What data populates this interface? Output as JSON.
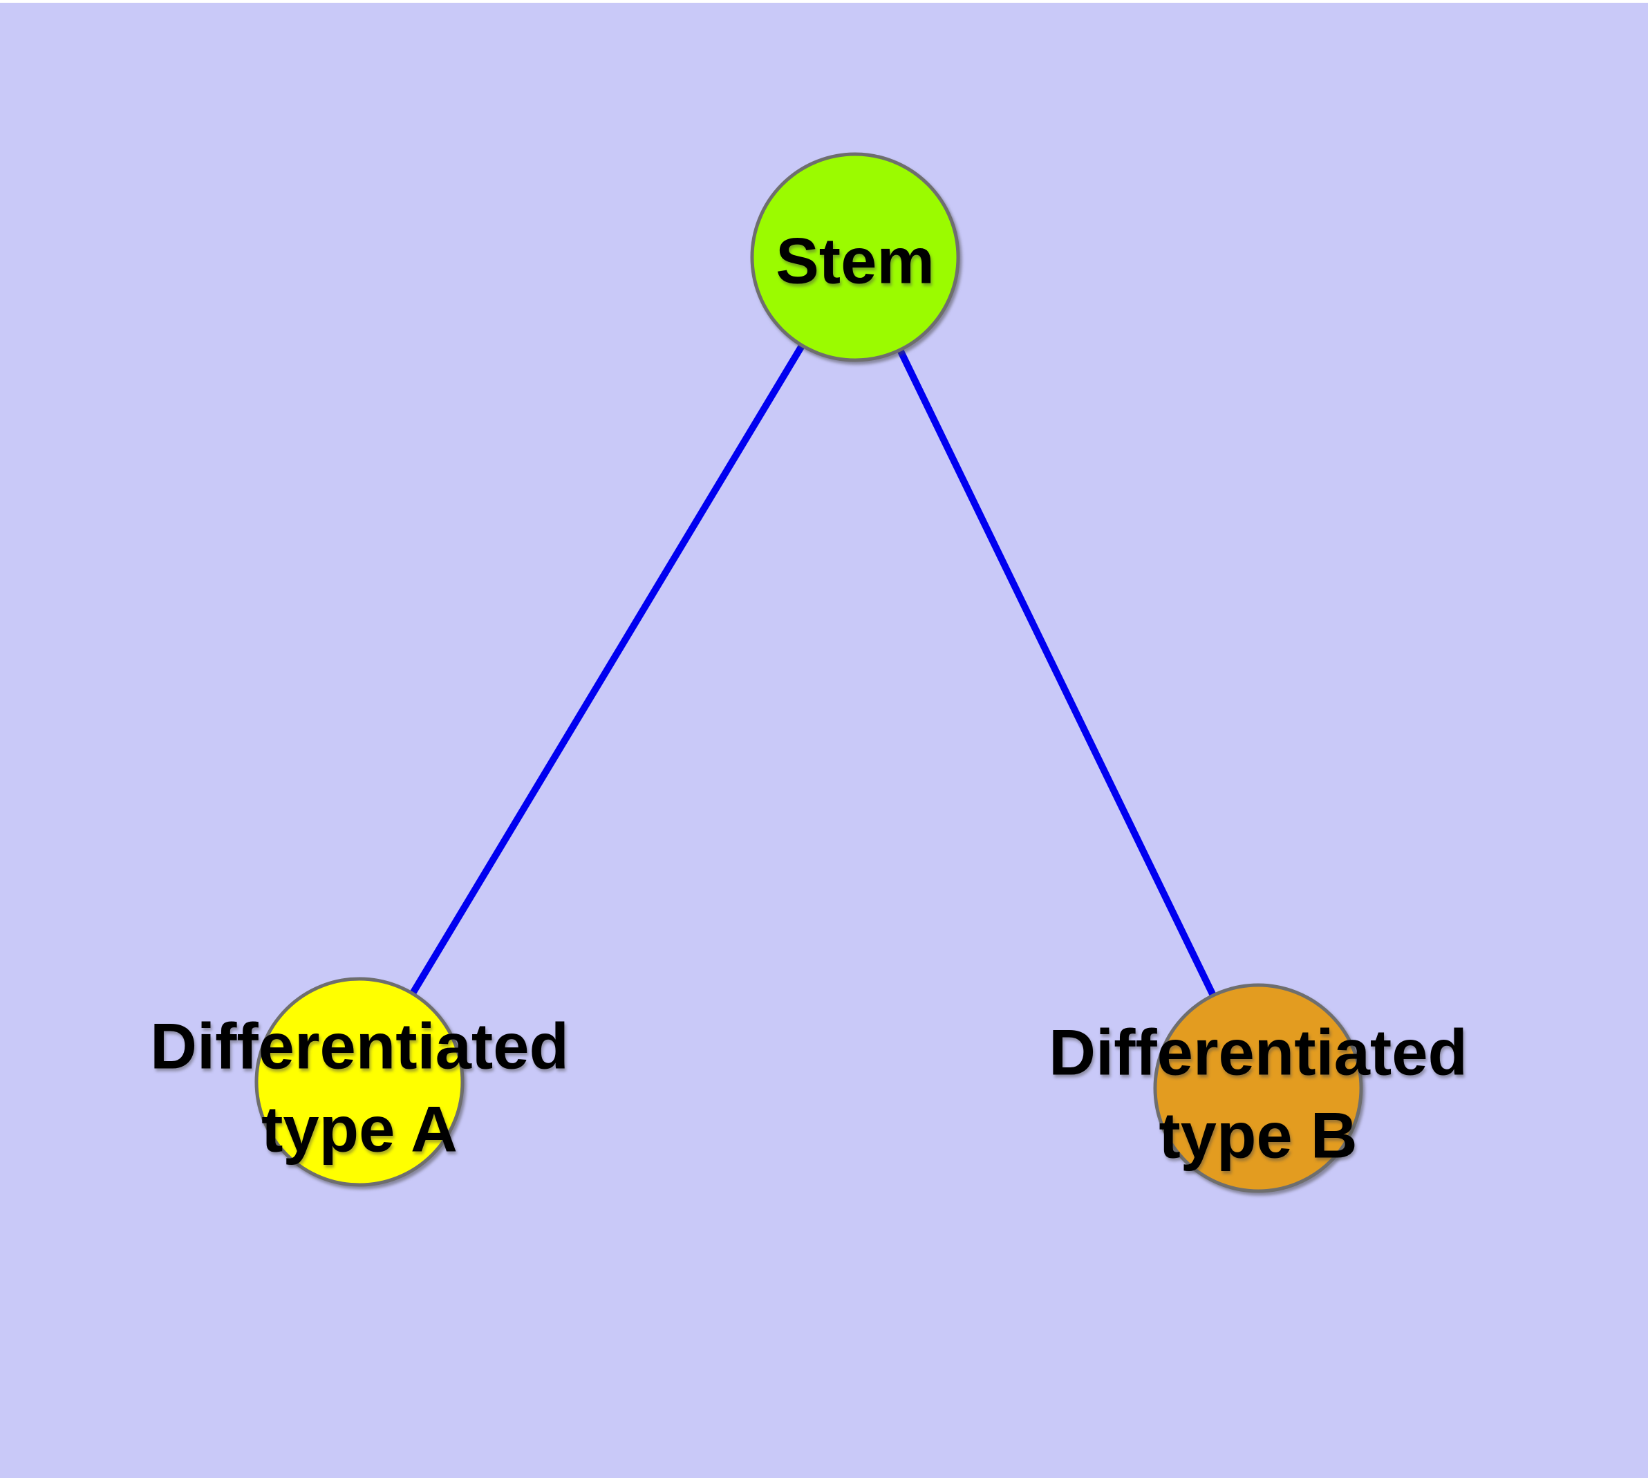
{
  "diagram": {
    "type": "graph",
    "nodes": {
      "stem": {
        "label": "Stem",
        "lines": [
          "Stem"
        ],
        "shape": "circle"
      },
      "type_a": {
        "label": "Differentiated type A",
        "lines": [
          "Differentiated",
          "type A"
        ],
        "shape": "circle"
      },
      "type_b": {
        "label": "Differentiated type B",
        "lines": [
          "Differentiated",
          "type B"
        ],
        "shape": "circle"
      }
    },
    "edges": [
      {
        "from": "Stem",
        "to": "Differentiated type A"
      },
      {
        "from": "Stem",
        "to": "Differentiated type B"
      }
    ]
  },
  "colors": {
    "background": "#C9C9F8",
    "page_margin": "#FFFFFF",
    "stem_fill": "#9BFB00",
    "type_a_fill": "#FFFF00",
    "type_b_fill": "#E39C20",
    "node_border": "#6E6E6E",
    "edge": "#0000F0",
    "label_text": "#000000"
  }
}
